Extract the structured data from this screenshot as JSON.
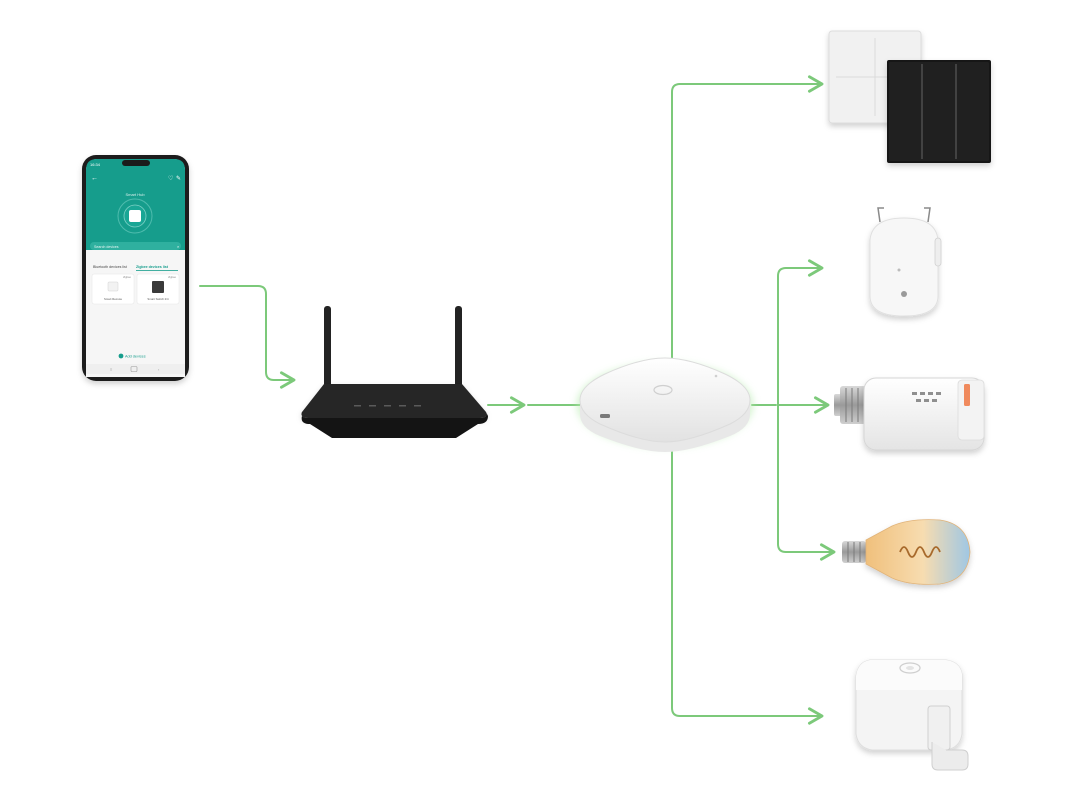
{
  "colors": {
    "connector": "#7cc97a",
    "phone_teal": "#169d8c",
    "router": "#1e1e1e",
    "hub": "#f5f5f5",
    "hub_glow": "#b8ecb0",
    "switch_white": "#f0f0f0",
    "switch_black": "#151515",
    "bulb_amber": "#e8a85a"
  },
  "phone": {
    "status_time": "16:34",
    "hub_title": "Smart Hub",
    "search_placeholder": "Search devices",
    "tabs": [
      "Bluetooth devices list",
      "Zigbee devices list"
    ],
    "devices": [
      {
        "name": "Smart Remote",
        "badge": "Zigbee"
      },
      {
        "name": "Smart Switch 2/4",
        "badge": "Zigbee"
      }
    ],
    "add_button": "Add devices"
  },
  "nodes": [
    {
      "id": "phone",
      "icon": "smartphone-app-icon"
    },
    {
      "id": "router",
      "icon": "wifi-router-icon"
    },
    {
      "id": "hub",
      "icon": "zigbee-hub-icon"
    },
    {
      "id": "wall-switches",
      "icon": "wall-switch-icon"
    },
    {
      "id": "curtain-motor",
      "icon": "curtain-robot-icon"
    },
    {
      "id": "radiator-valve",
      "icon": "thermostat-valve-icon"
    },
    {
      "id": "filament-bulb",
      "icon": "smart-bulb-icon"
    },
    {
      "id": "fingerbot",
      "icon": "switch-pusher-icon"
    }
  ]
}
